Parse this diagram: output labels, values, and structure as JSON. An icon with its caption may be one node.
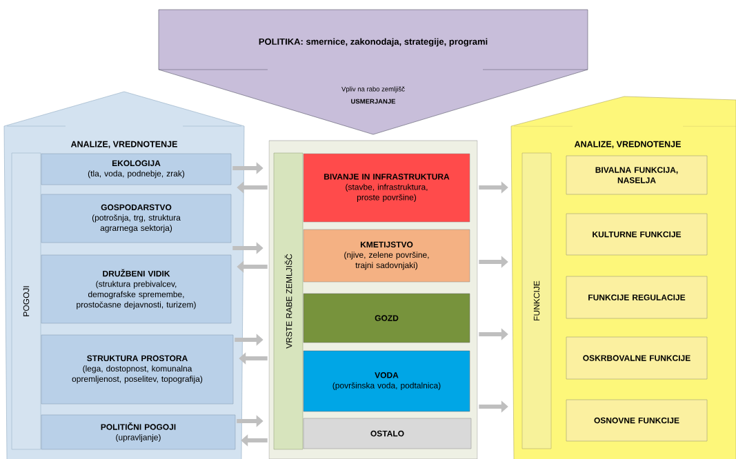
{
  "diagram": {
    "nodes": [
      {
        "text": [
          "POLITIKA: smernice, zakonodaja, strategije, programi",
          "Vpliv na rabo zemljišč",
          "USMERJANJE"
        ]
      },
      {
        "text": [
          "ANALIZE, VREDNOTENJE"
        ]
      },
      {
        "text": [
          "POGOJI"
        ],
        "in": 1
      },
      {
        "text": [
          "EKOLOGIJA",
          "(tla, voda, podnebje, zrak)"
        ],
        "in": 1
      },
      {
        "text": [
          "GOSPODARSTVO",
          "(potrošnja, trg, struktura agrarnega sektorja)"
        ],
        "in": 1
      },
      {
        "text": [
          "DRUŽBENI VIDIK",
          "(struktura prebivalcev, demografske spremembe, prostočasne dejavnosti, turizem)"
        ],
        "in": 1
      },
      {
        "text": [
          "STRUKTURA PROSTORA",
          "(lega, dostopnost, komunalna opremljenost, poselitev, topografija)"
        ],
        "in": 1
      },
      {
        "text": [
          "POLITIČNI POGOJI",
          "(upravljanje)"
        ],
        "in": 1
      },
      {
        "text": [],
        "shape": "box"
      },
      {
        "text": [
          "VRSTE RABE ZEMLJIŠČ"
        ],
        "in": 8
      },
      {
        "text": [
          "BIVANJE IN INFRASTRUKTURA",
          "(stavbe, infrastruktura, proste površine)"
        ],
        "in": 8
      },
      {
        "text": [
          "KMETIJSTVO",
          "(njive, zelene površine, trajni sadovnjaki)"
        ],
        "in": 8
      },
      {
        "text": [
          "GOZD"
        ],
        "in": 8
      },
      {
        "text": [
          "VODA",
          "(površinska voda, podtalnica)"
        ],
        "in": 8
      },
      {
        "text": [
          "OSTALO"
        ],
        "in": 8
      },
      {
        "text": [
          "ANALIZE, VREDNOTENJE"
        ]
      },
      {
        "text": [
          "FUNKCIJE"
        ],
        "in": 15
      },
      {
        "text": [
          "BIVALNA FUNKCIJA, NASELJA"
        ],
        "in": 15
      },
      {
        "text": [
          "KULTURNE FUNKCIJE"
        ],
        "in": 15
      },
      {
        "text": [
          "FUNKCIJE REGULACIJE"
        ],
        "in": 15
      },
      {
        "text": [
          "OSKRBOVALNE FUNKCIJE"
        ],
        "in": 15
      },
      {
        "text": [
          "OSNOVNE FUNKCIJE"
        ],
        "in": 15
      }
    ],
    "edges": [
      {
        "from": 3,
        "to": 8,
        "arrow": "to"
      },
      {
        "from": 8,
        "to": 3,
        "arrow": "to"
      },
      {
        "from": 4,
        "to": 8,
        "arrow": "to"
      },
      {
        "from": 8,
        "to": 5,
        "arrow": "to"
      },
      {
        "from": 6,
        "to": 8,
        "arrow": "to"
      },
      {
        "from": 8,
        "to": 6,
        "arrow": "to"
      },
      {
        "from": 7,
        "to": 8,
        "arrow": "to"
      },
      {
        "from": 8,
        "to": 7,
        "arrow": "to"
      },
      {
        "from": 8,
        "to": 15,
        "arrow": "to"
      },
      {
        "from": 8,
        "to": 15,
        "arrow": "to"
      },
      {
        "from": 8,
        "to": 15,
        "arrow": "to"
      },
      {
        "from": 8,
        "to": 15,
        "arrow": "to"
      }
    ]
  }
}
